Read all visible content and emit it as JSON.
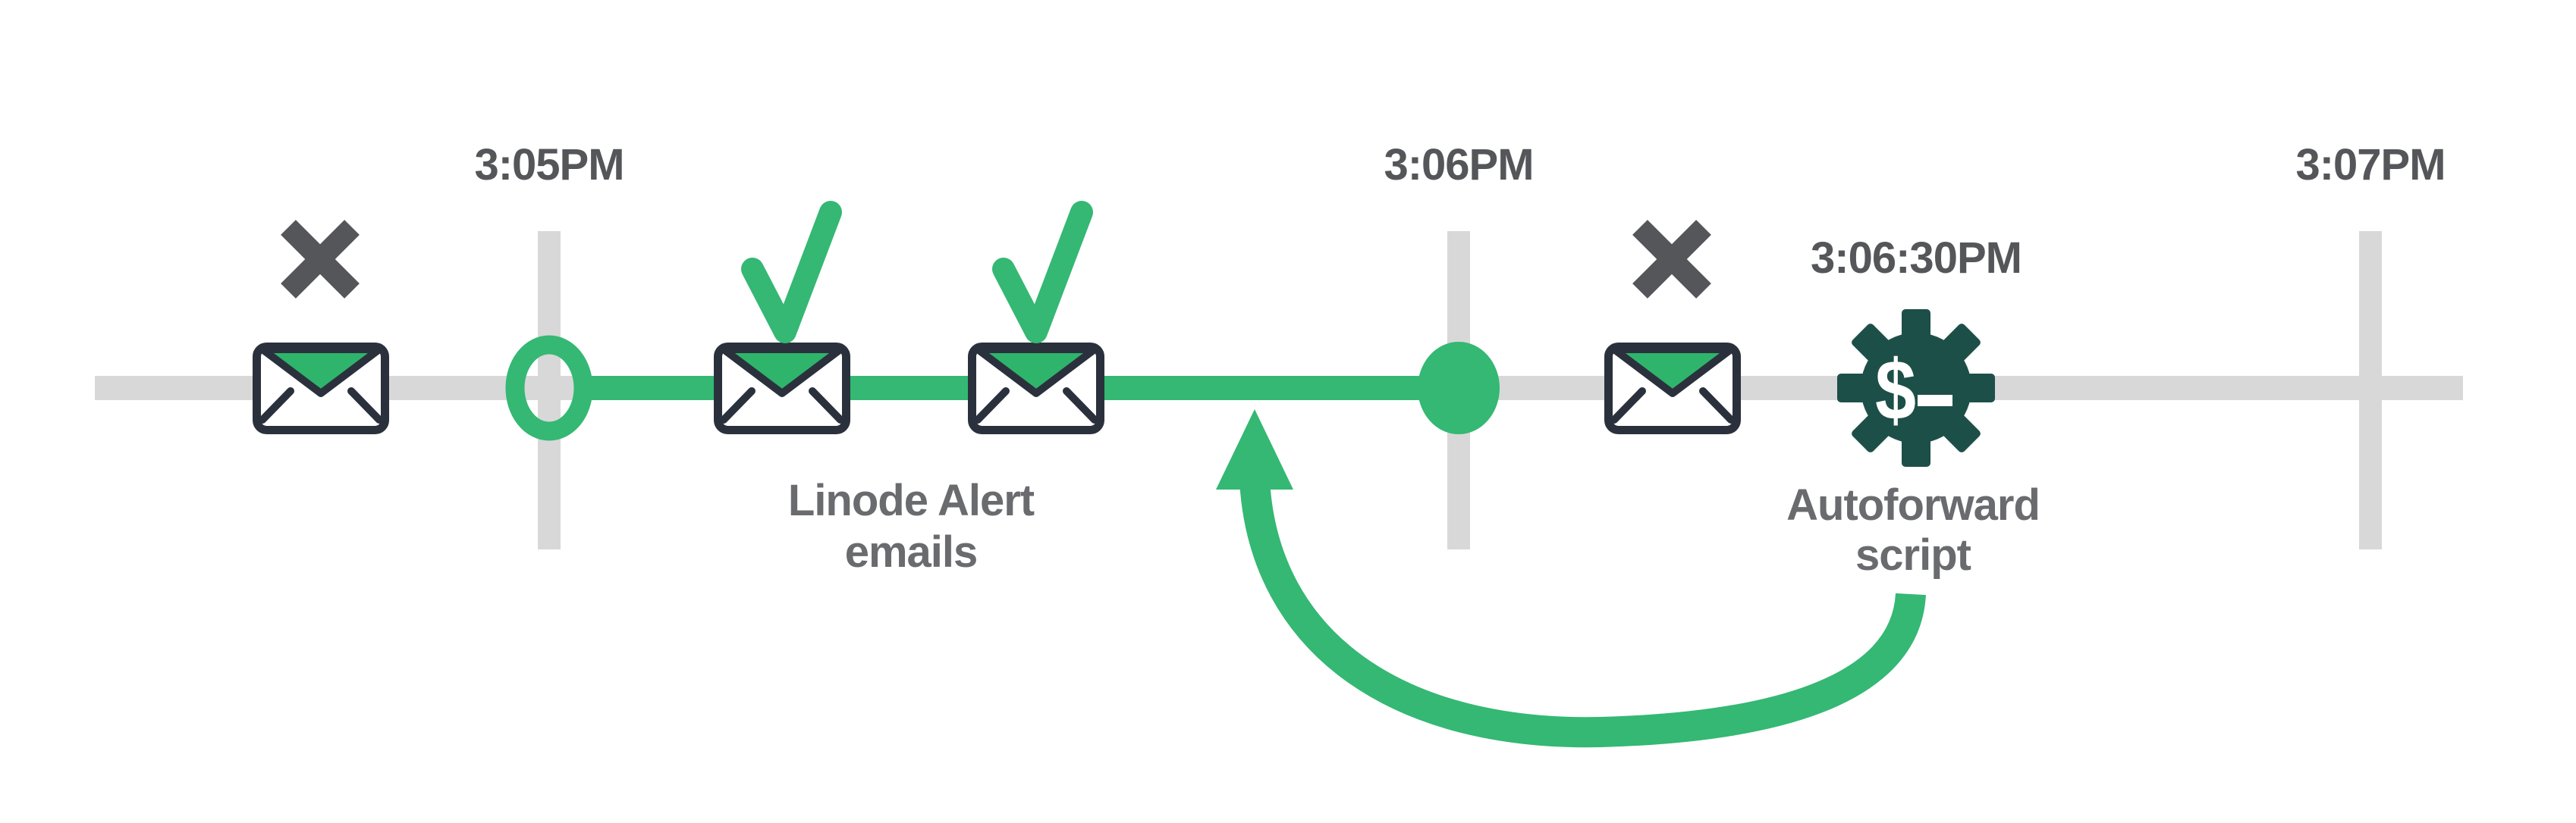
{
  "diagram": {
    "background": "#ffffff",
    "timeline": {
      "ticks": [
        {
          "label": "3:05PM"
        },
        {
          "label": "3:06PM"
        },
        {
          "label": "3:07PM"
        }
      ]
    },
    "alert_emails": {
      "caption_line1": "Linode Alert",
      "caption_line2": "emails"
    },
    "script": {
      "time_label": "3:06:30PM",
      "caption_line1": "Autoforward",
      "caption_line2": "script",
      "glyph": "$"
    },
    "icons": {
      "x_mark_glyph": "X",
      "check_glyph": "✓",
      "envelope_glyph": "✉",
      "gear_glyph": "⚙",
      "loop_arrow_glyph": "↺"
    },
    "colors": {
      "green": "#34b873",
      "flap_green": "#2fb46c",
      "track_gray": "#d8d8d8",
      "outline_dark": "#2b313c",
      "time_text": "#55565a",
      "caption_text": "#6a6b6e",
      "gear_teal": "#1d4f49",
      "gear_slate": "#2d3e4e"
    }
  }
}
